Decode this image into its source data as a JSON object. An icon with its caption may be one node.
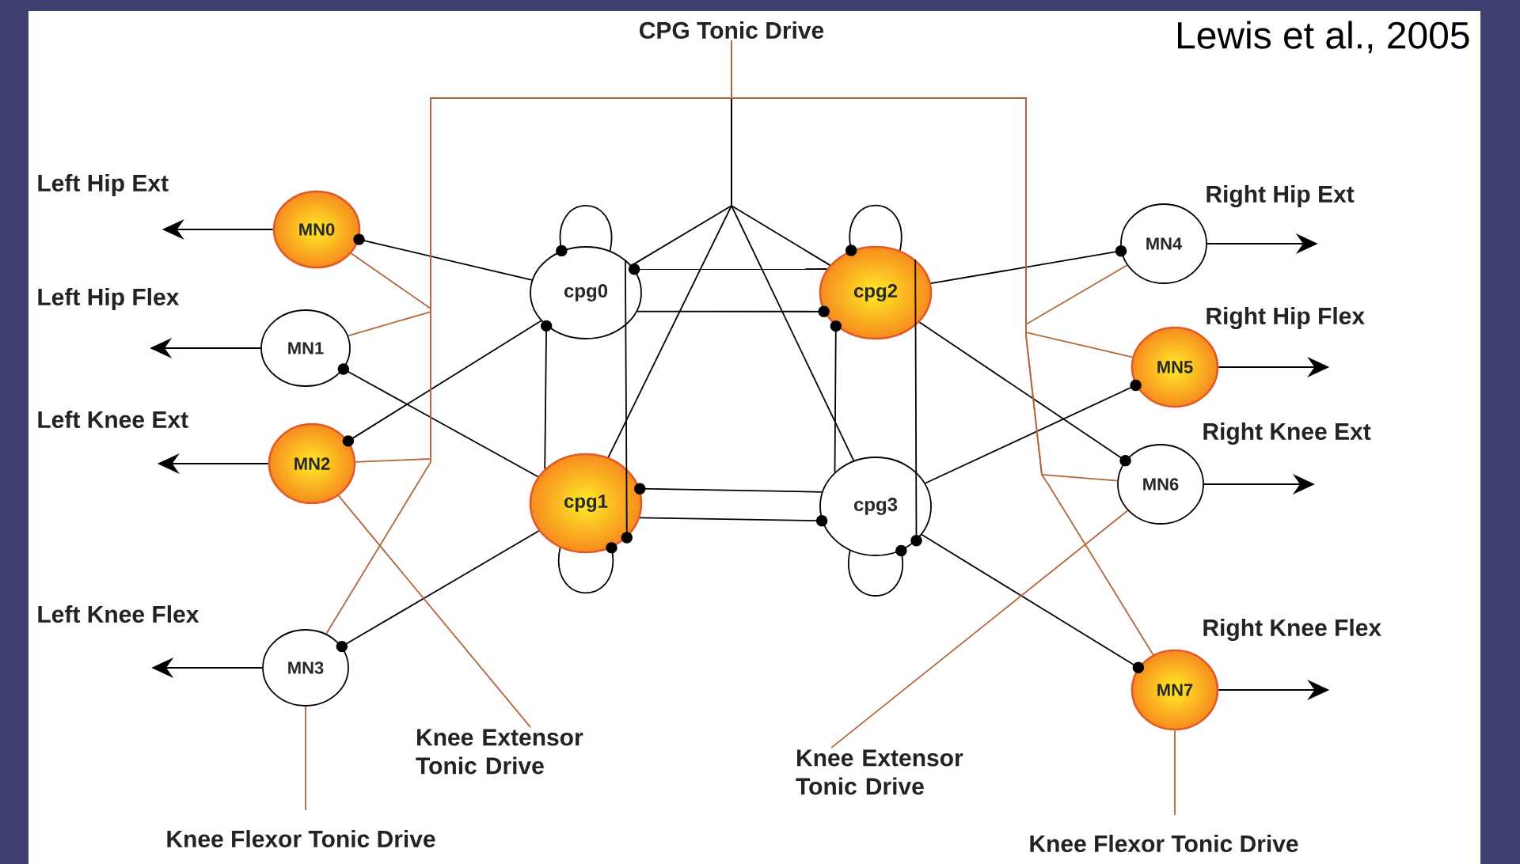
{
  "diagram": {
    "nodes": [
      {
        "text": [
          "CPG Tonic Drive"
        ]
      },
      {
        "text": [
          "MN0"
        ]
      },
      {
        "text": [
          "MN1"
        ]
      },
      {
        "text": [
          "MN2"
        ]
      },
      {
        "text": [
          "MN3"
        ]
      },
      {
        "text": [
          "cpg0"
        ]
      },
      {
        "text": [
          "cpg1"
        ]
      },
      {
        "text": [
          "cpg2"
        ]
      },
      {
        "text": [
          "cpg3"
        ]
      },
      {
        "text": [
          "MN4"
        ]
      },
      {
        "text": [
          "MN5"
        ]
      },
      {
        "text": [
          "MN6"
        ]
      },
      {
        "text": [
          "MN7"
        ]
      },
      {
        "text": [
          "Knee Extensor Tonic Drive"
        ]
      },
      {
        "text": [
          "Knee Flexor Tonic Drive"
        ]
      },
      {
        "text": [
          "Knee Extensor Tonic Drive"
        ]
      },
      {
        "text": [
          "Knee Flexor Tonic Drive"
        ]
      }
    ],
    "edges": [
      {
        "from": 5,
        "to": 1,
        "arrow": "other"
      },
      {
        "from": 6,
        "to": 2,
        "arrow": "other"
      },
      {
        "from": 5,
        "to": 3,
        "arrow": "other"
      },
      {
        "from": 6,
        "to": 4,
        "arrow": "other"
      },
      {
        "from": 7,
        "to": 9,
        "arrow": "other"
      },
      {
        "from": 8,
        "to": 10,
        "arrow": "other"
      },
      {
        "from": 7,
        "to": 11,
        "arrow": "other"
      },
      {
        "from": 8,
        "to": 12,
        "arrow": "other"
      },
      {
        "from": 7,
        "to": 5,
        "arrow": "other"
      },
      {
        "from": 5,
        "to": 7,
        "arrow": "other"
      },
      {
        "from": 6,
        "to": 5,
        "arrow": "other"
      },
      {
        "from": 5,
        "to": 6,
        "arrow": "other"
      },
      {
        "from": 8,
        "to": 7,
        "arrow": "other"
      },
      {
        "from": 7,
        "to": 8,
        "arrow": "other"
      },
      {
        "from": 8,
        "to": 6,
        "arrow": "other"
      },
      {
        "from": 6,
        "to": 8,
        "arrow": "other"
      },
      {
        "from": 5,
        "to": 5,
        "arrow": "other"
      },
      {
        "from": 6,
        "to": 6,
        "arrow": "other"
      },
      {
        "from": 7,
        "to": 7,
        "arrow": "other"
      },
      {
        "from": 8,
        "to": 8,
        "arrow": "other"
      },
      {
        "from": 0,
        "to": 5,
        "arrow": "none"
      },
      {
        "from": 0,
        "to": 6,
        "arrow": "none"
      },
      {
        "from": 0,
        "to": 7,
        "arrow": "none"
      },
      {
        "from": 0,
        "to": 8,
        "arrow": "none"
      },
      {
        "from": 0,
        "to": 1,
        "arrow": "none",
        "color": "#b5653a"
      },
      {
        "from": 0,
        "to": 2,
        "arrow": "none",
        "color": "#b5653a"
      },
      {
        "from": 0,
        "to": 3,
        "arrow": "none",
        "color": "#b5653a"
      },
      {
        "from": 0,
        "to": 4,
        "arrow": "none",
        "color": "#b5653a"
      },
      {
        "from": 0,
        "to": 9,
        "arrow": "none",
        "color": "#b5653a"
      },
      {
        "from": 0,
        "to": 10,
        "arrow": "none",
        "color": "#b5653a"
      },
      {
        "from": 0,
        "to": 11,
        "arrow": "none",
        "color": "#b5653a"
      },
      {
        "from": 0,
        "to": 12,
        "arrow": "none",
        "color": "#b5653a"
      },
      {
        "from": 13,
        "to": 3,
        "arrow": "none",
        "color": "#b5653a"
      },
      {
        "from": 14,
        "to": 4,
        "arrow": "none",
        "color": "#b5653a"
      },
      {
        "from": 15,
        "to": 11,
        "arrow": "none",
        "color": "#b5653a"
      },
      {
        "from": 16,
        "to": 12,
        "arrow": "none",
        "color": "#b5653a"
      },
      {
        "from": 1,
        "to": null,
        "arrow": "to"
      },
      {
        "from": 2,
        "to": null,
        "arrow": "to"
      },
      {
        "from": 3,
        "to": null,
        "arrow": "to"
      },
      {
        "from": 4,
        "to": null,
        "arrow": "to"
      },
      {
        "from": 9,
        "to": null,
        "arrow": "to"
      },
      {
        "from": 10,
        "to": null,
        "arrow": "to"
      },
      {
        "from": 11,
        "to": null,
        "arrow": "to"
      },
      {
        "from": 12,
        "to": null,
        "arrow": "to"
      }
    ],
    "labels": [
      "Lewis et al., 2005",
      "Left Hip Ext",
      "Right Hip Ext",
      "Left Hip Flex",
      "Right Hip Flex",
      "Left Knee Ext",
      "Right Knee Ext",
      "Left Knee Flex",
      "Right Knee Flex"
    ]
  }
}
